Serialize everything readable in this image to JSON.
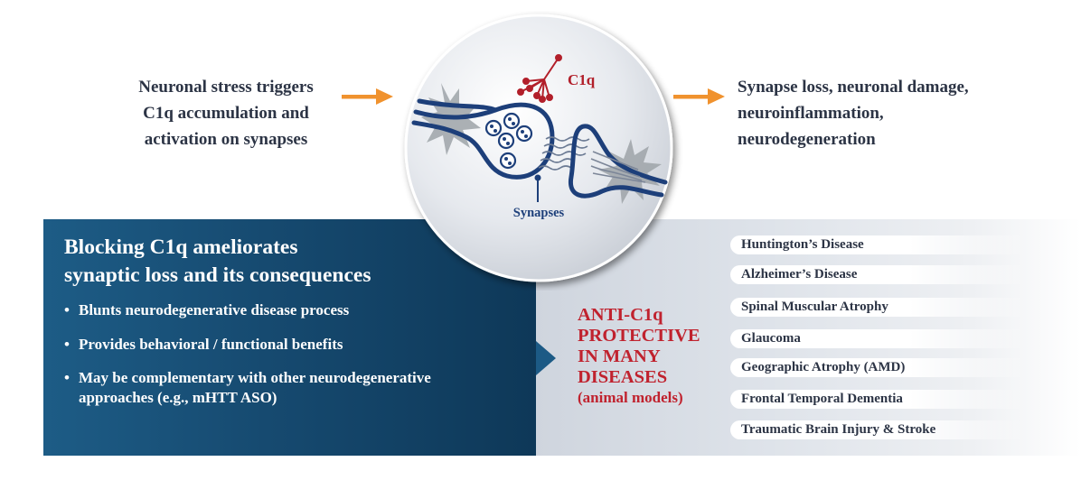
{
  "trigger": {
    "lines": [
      "Neuronal stress triggers",
      "C1q accumulation and",
      "activation on synapses"
    ]
  },
  "consequence": {
    "lines": [
      "Synapse loss, neuronal damage,",
      "neuroinflammation,",
      "neurodegeneration"
    ]
  },
  "illustration": {
    "c1q_label": "C1q",
    "synapses_label": "Synapses"
  },
  "blocking_panel": {
    "title_lines": [
      "Blocking C1q ameliorates",
      "synaptic loss and its consequences"
    ],
    "bullets": [
      {
        "lines": [
          "Blunts neurodegenerative disease process"
        ]
      },
      {
        "lines": [
          "Provides behavioral / functional benefits"
        ]
      },
      {
        "lines": [
          "May be complementary with other neurodegenerative",
          "approaches (e.g., mHTT ASO)"
        ]
      }
    ],
    "bullet_char": "•"
  },
  "protective_panel": {
    "heading_lines": [
      "ANTI-C1q",
      "PROTECTIVE",
      "IN MANY",
      "DISEASES"
    ],
    "subheading": "(animal models)",
    "diseases": [
      "Huntington’s Disease",
      "Alzheimer’s Disease",
      "Spinal Muscular Atrophy",
      "Glaucoma",
      "Geographic Atrophy (AMD)",
      "Frontal Temporal Dementia",
      "Traumatic Brain Injury & Stroke"
    ]
  },
  "colors": {
    "arrow": "#f0922e",
    "heading_red": "#c0222e",
    "navy": "#1d3f7a",
    "c1q_red": "#b21f2a"
  }
}
